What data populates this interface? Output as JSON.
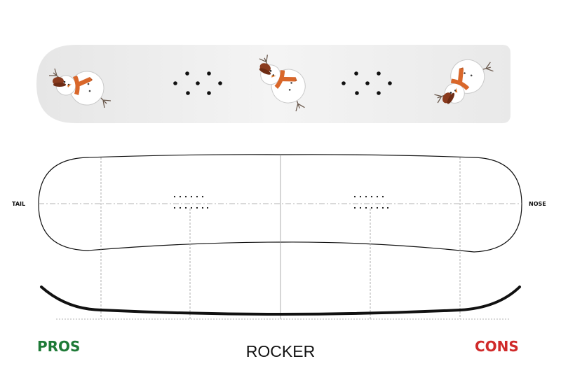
{
  "labels": {
    "tail": "TAIL",
    "nose": "NOSE",
    "pros": "PROS",
    "cons": "CONS",
    "profile_type": "ROCKER"
  },
  "colors": {
    "pros": "#1e7a37",
    "cons": "#d02a2a",
    "scarf": "#d9672a",
    "hat": "#8a3b1e",
    "board_fill": "#ececec",
    "outline": "#111111"
  },
  "decoration": {
    "board_graphic": "snowman",
    "snowman_count": 3
  }
}
